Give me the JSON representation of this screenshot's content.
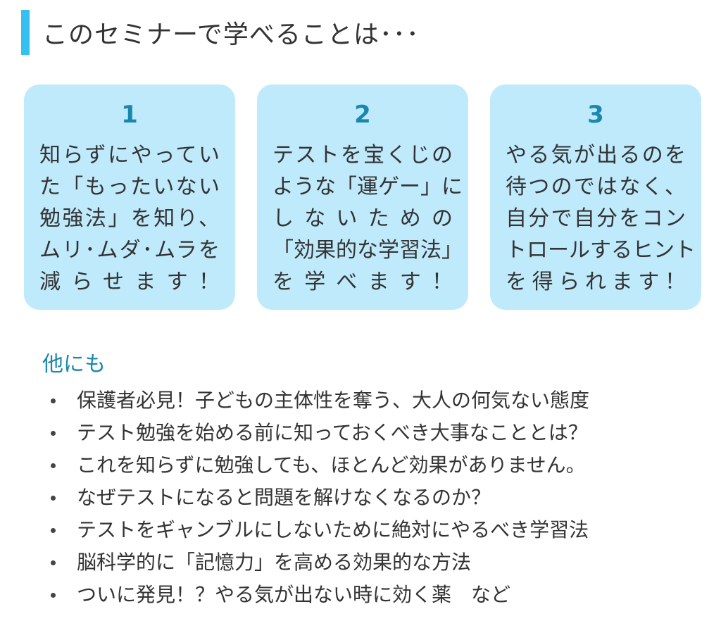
{
  "heading": {
    "title": "このセミナーで学べることは･･･"
  },
  "cards": [
    {
      "number": "1",
      "lines": [
        "知らずにやってい",
        "た「もったいない",
        "勉強法」を知り、",
        "ムリ･ムダ･ムラを",
        "減らせます！"
      ]
    },
    {
      "number": "2",
      "lines": [
        "テストを宝くじの",
        "ような「運ゲー」に",
        "しないための",
        "「効果的な学習法」",
        "を学べます！"
      ]
    },
    {
      "number": "3",
      "lines": [
        "やる気が出るのを",
        "待つのではなく、",
        "自分で自分をコン",
        "トロールするヒント",
        "を得られます！"
      ]
    }
  ],
  "others": {
    "title": "他にも",
    "items": [
      "保護者必見！子どもの主体性を奪う、大人の何気ない態度",
      "テスト勉強を始める前に知っておくべき大事なこととは？",
      "これを知らずに勉強しても、ほとんど効果がありません。",
      "なぜテストになると問題を解けなくなるのか？",
      "テストをギャンブルにしないために絶対にやるべき学習法",
      "脳科学的に「記憶力」を高める効果的な方法",
      "ついに発見！？やる気が出ない時に効く薬　など"
    ]
  }
}
